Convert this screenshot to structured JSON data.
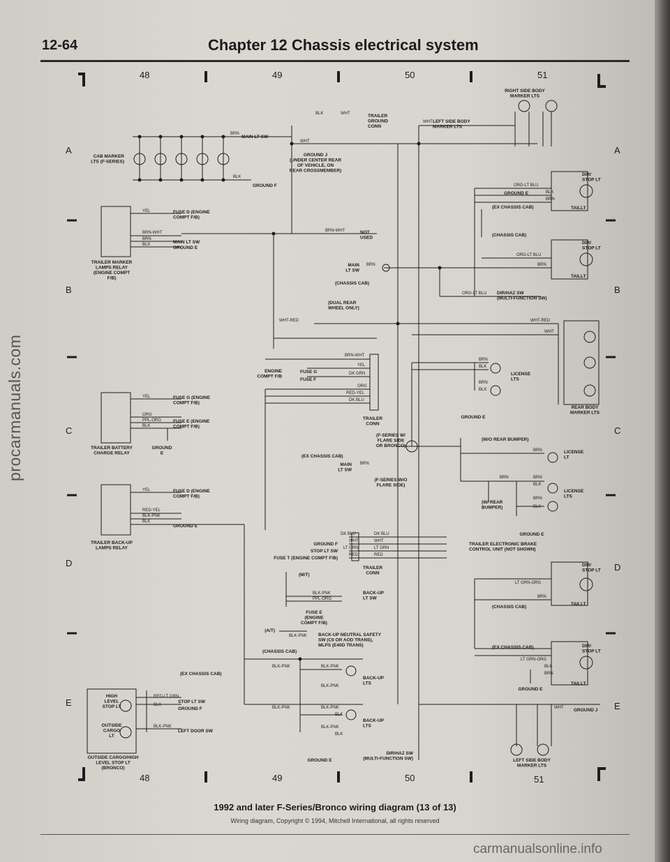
{
  "header": {
    "page_number": "12-64",
    "title": "Chapter 12  Chassis electrical system"
  },
  "grid": {
    "columns": [
      "48",
      "49",
      "50",
      "51"
    ],
    "rows": [
      "A",
      "B",
      "C",
      "D",
      "E"
    ]
  },
  "caption": {
    "title": "1992 and later F-Series/Bronco wiring diagram (13 of 13)",
    "copyright": "Wiring diagram, Copyright © 1994, Mitchell International, all rights reserved"
  },
  "watermarks": {
    "side": "procarmanuals.com",
    "bottom": "carmanualsonline.info"
  },
  "labels": {
    "right_side_marker": "RIGHT SIDE BODY\nMARKER LTS",
    "trailer_ground_conn": "TRAILER\nGROUND\nCONN",
    "left_side_marker_top": "LEFT SIDE BODY\nMARKER LTS",
    "main_lt_sw_1": "MAIN LT SW",
    "cab_marker": "CAB MARKER\nLTS (F-SERIES)",
    "ground_j_note": "GROUND J\n(UNDER CENTER REAR\nOF VEHICLE, ON\nREAR CROSSMEMBER)",
    "ground_f": "GROUND F",
    "dir_stop_lt": "DIR/\nSTOP LT",
    "ground_e": "GROUND E",
    "taillt": "TAILLT",
    "ex_chassis_cab": "(EX CHASSIS CAB)",
    "chassis_cab": "(CHASSIS CAB)",
    "fuse_d": "FUSE D (ENGINE\nCOMPT F/B)",
    "main_lt_sw": "MAIN LT SW",
    "trailer_marker_relay": "TRAILER MARKER\nLAMPS RELAY\n(ENGINE COMPT\nF/B)",
    "not_used": "NOT\nUSED",
    "main_lt_sw_short": "MAIN\nLT SW",
    "dir_haz_sw_multi": "DIR/HAZ SW\n(MULTI-FUNCTION SW)",
    "dual_rear_wheel": "(DUAL REAR\nWHEEL ONLY)",
    "engine_compt_fb": "ENGINE\nCOMPT F/B",
    "fuse_g": "FUSE G",
    "fuse_f": "FUSE F",
    "trailer_conn": "TRAILER\nCONN",
    "license_lts": "LICENSE\nLTS",
    "rear_body_marker": "REAR BODY\nMARKER LTS",
    "fuse_g_engine": "FUSE G (ENGINE\nCOMPT F/B)",
    "fuse_e_engine": "FUSE E (ENGINE\nCOMPT F/B)",
    "trailer_battery_relay": "TRAILER BATTERY\nCHARGE RELAY",
    "ground_e_short": "GROUND\nE",
    "f_series_flare": "(F-SERIES W/\nFLARE SIDE\nOR BRONCO)",
    "wo_rear_bumper": "(W/O REAR BUMPER)",
    "license_lt": "LICENSE\nLT",
    "f_series_wo_flare": "(F-SERIES W/O\nFLARE SIDE)",
    "w_rear_bumper": "(W/ REAR\nBUMPER)",
    "trailer_backup_relay": "TRAILER BACK-UP\nLAMPS RELAY",
    "stop_lt_sw": "STOP LT SW",
    "fuse_t": "FUSE T (ENGINE COMPT F/B)",
    "trailer_brake": "TRAILER ELECTRONIC BRAKE\nCONTROL UNIT (NOT SHOWN)",
    "mt": "(M/T)",
    "backup_lt_sw": "BACK-UP\nLT SW",
    "fuse_e_block": "FUSE E\n(ENGINE\nCOMPT F/B)",
    "at": "(A/T)",
    "backup_neutral": "BACK-UP NEUTRAL SAFETY\nSW (C6 OR AOD TRANS),\nMLPS (E40D TRANS)",
    "backup_lts": "BACK-UP\nLTS",
    "high_level_stop": "HIGH\nLEVEL\nSTOP LT",
    "outside_cargo": "OUTSIDE\nCARGO\nLT",
    "left_door_sw": "LEFT DOOR SW",
    "outside_cargo_high": "OUTSIDE CARGO/HIGH\nLEVEL STOP LT\n(BRONCO)",
    "ground_j": "GROUND J",
    "left_side_marker_bottom": "LEFT SIDE BODY\nMARKER LTS",
    "dir_haz_sw_bottom": "DIR/HAZ SW\n(MULTI-FUNCTION SW)"
  },
  "wires": {
    "blk": "BLK",
    "wht": "WHT",
    "brn": "BRN",
    "yel": "YEL",
    "org": "ORG",
    "brn_wht": "BRN-WHT",
    "org_lt_blu": "ORG-LT BLU",
    "wht_red": "WHT-RED",
    "dk_grn": "DK GRN",
    "red_yel": "RED-YEL",
    "dk_blu": "DK BLU",
    "ppl_org": "PPL-ORG",
    "red": "RED",
    "lt_grn": "LT GRN",
    "blk_pnk": "BLK-PNK",
    "red_lt_grn": "RED-LT GRN",
    "lt_grn_org": "LT GRN-ORG"
  },
  "colors": {
    "paper": "#d8d5cf",
    "ink": "#1c1c1c"
  }
}
